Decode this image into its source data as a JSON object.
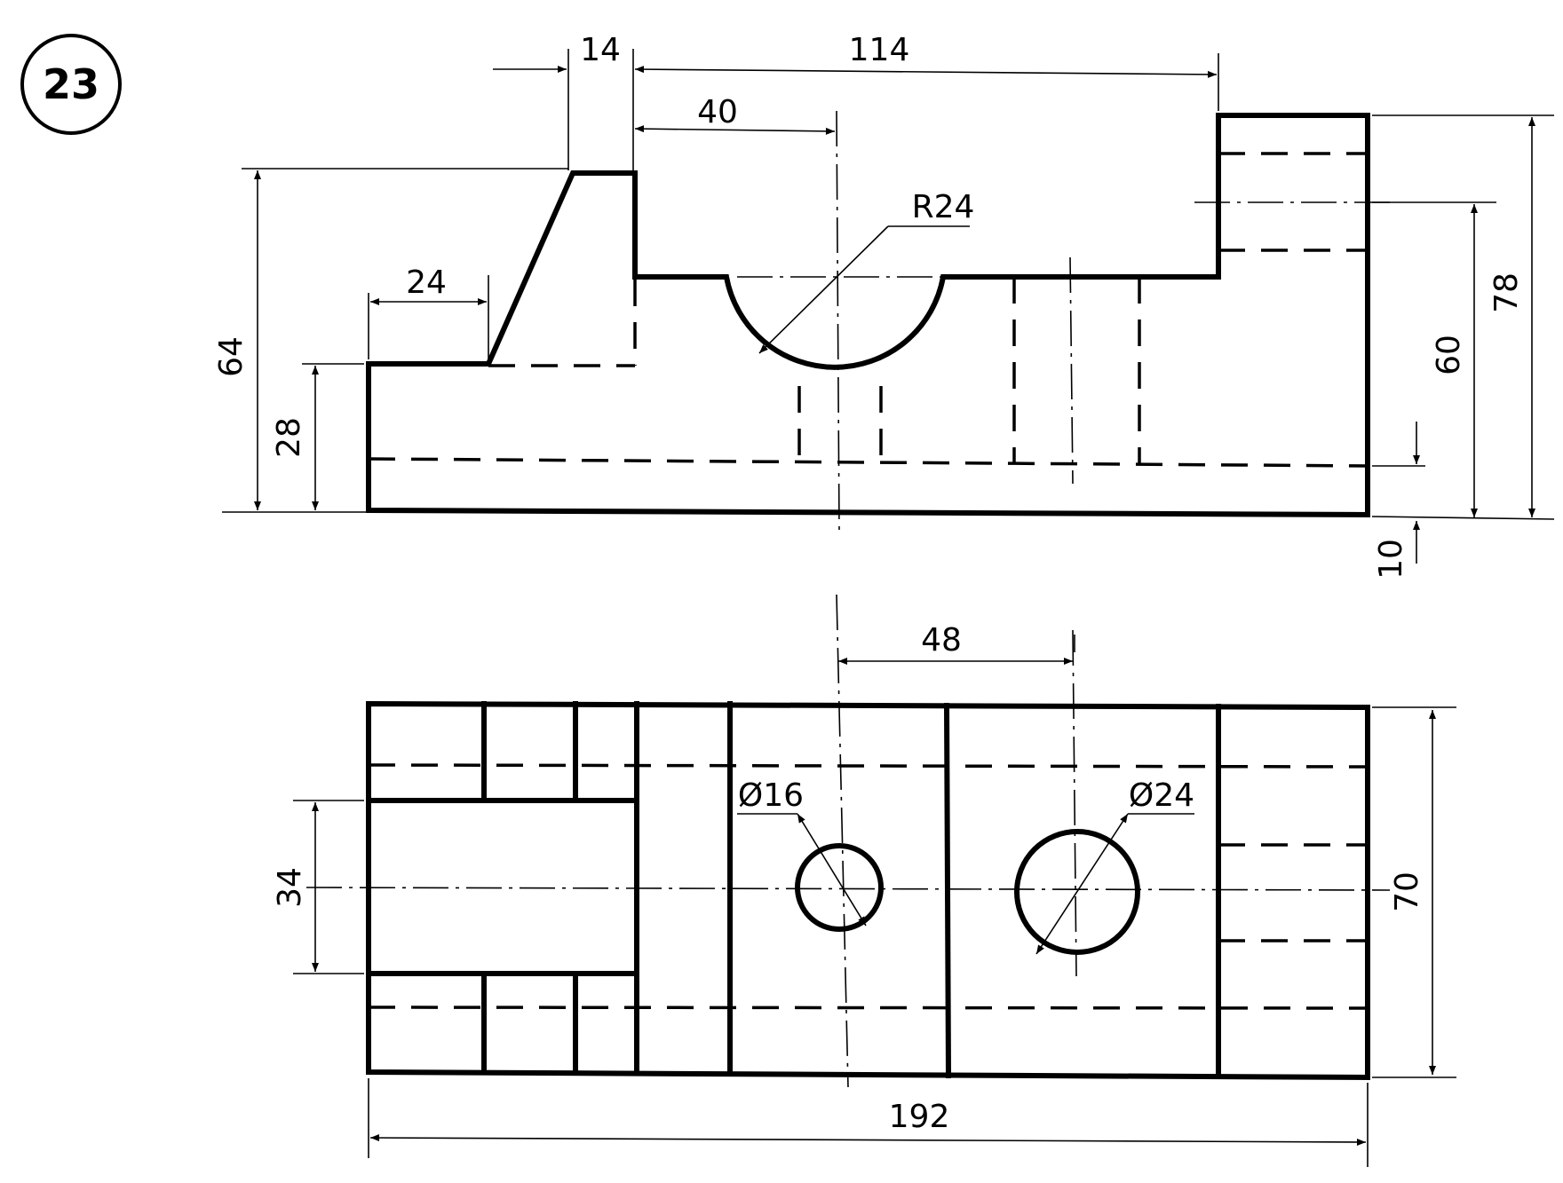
{
  "problem_number": "23",
  "front_view": {
    "dims": {
      "d14": "14",
      "d114": "114",
      "d40": "40",
      "r24": "R24",
      "d24": "24",
      "d64": "64",
      "d28": "28",
      "d60": "60",
      "d78": "78",
      "d10": "10"
    }
  },
  "top_view": {
    "dims": {
      "d48": "48",
      "phi16": "Ø16",
      "phi24": "Ø24",
      "d34": "34",
      "d70": "70",
      "d192": "192"
    }
  }
}
